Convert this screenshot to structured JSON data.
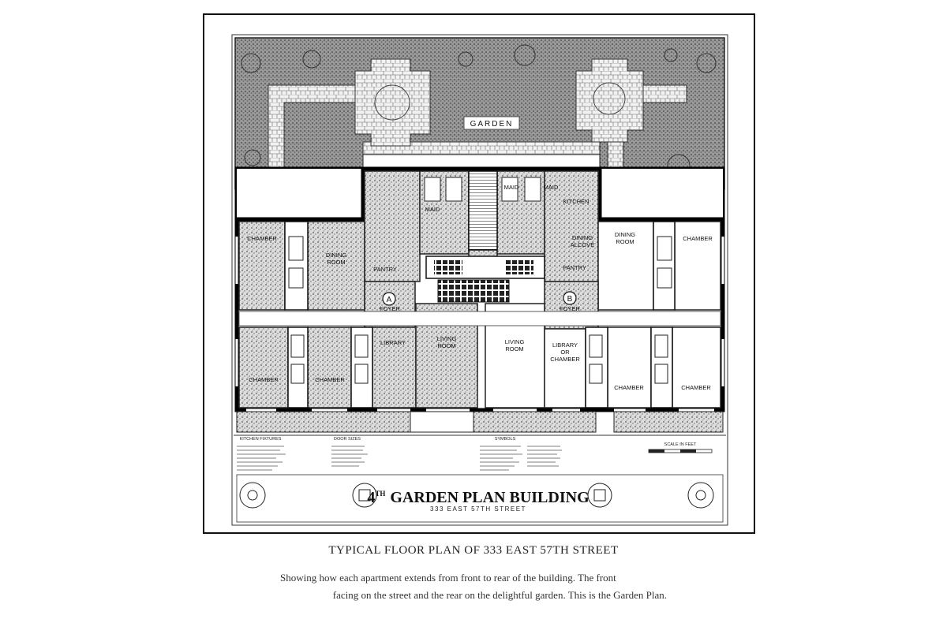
{
  "plan": {
    "garden_label": "GARDEN",
    "title_main": "4TH GARDEN PLAN BUILDING",
    "title_sup": "TH",
    "title_num": "4",
    "title_rest": "GARDEN PLAN BUILDING",
    "title_address": "333 EAST 57TH STREET",
    "rooms": [
      {
        "id": "chamber-w-1",
        "label": "CHAMBER"
      },
      {
        "id": "dining-a",
        "label": "DINING ROOM"
      },
      {
        "id": "maid-1",
        "label": "MAID"
      },
      {
        "id": "maid-2",
        "label": "MAID"
      },
      {
        "id": "maid-3",
        "label": "MAID"
      },
      {
        "id": "kitchen-b",
        "label": "KITCHEN"
      },
      {
        "id": "dining-alcove",
        "label": "DINING ALCOVE"
      },
      {
        "id": "dining-b",
        "label": "DINING ROOM"
      },
      {
        "id": "chamber-e-1",
        "label": "CHAMBER"
      },
      {
        "id": "pantry-a",
        "label": "PANTRY"
      },
      {
        "id": "pantry-b",
        "label": "PANTRY"
      },
      {
        "id": "foyer-a",
        "label": "FOYER",
        "marker": "A"
      },
      {
        "id": "foyer-b",
        "label": "FOYER",
        "marker": "B"
      },
      {
        "id": "living-a",
        "label": "LIVING ROOM"
      },
      {
        "id": "living-b",
        "label": "LIVING ROOM"
      },
      {
        "id": "library-b",
        "label": "LIBRARY OR CHAMBER"
      },
      {
        "id": "library-a",
        "label": "LIBRARY"
      },
      {
        "id": "chamber-w-2",
        "label": "CHAMBER"
      },
      {
        "id": "chamber-w-3",
        "label": "CHAMBER"
      },
      {
        "id": "chamber-e-2",
        "label": "CHAMBER"
      },
      {
        "id": "chamber-e-3",
        "label": "CHAMBER"
      }
    ],
    "legend_headers": {
      "kitchen": "KITCHEN FIXTURES",
      "door": "DOOR SIZES",
      "symbols": "SYMBOLS",
      "scale": "SCALE IN FEET"
    }
  },
  "caption": {
    "title": "TYPICAL FLOOR PLAN OF 333 EAST 57TH STREET",
    "line1": "Showing how each apartment extends from front to rear of the building.  The front",
    "line2": "facing on the street and the rear on the delightful garden.  This is the Garden Plan."
  }
}
